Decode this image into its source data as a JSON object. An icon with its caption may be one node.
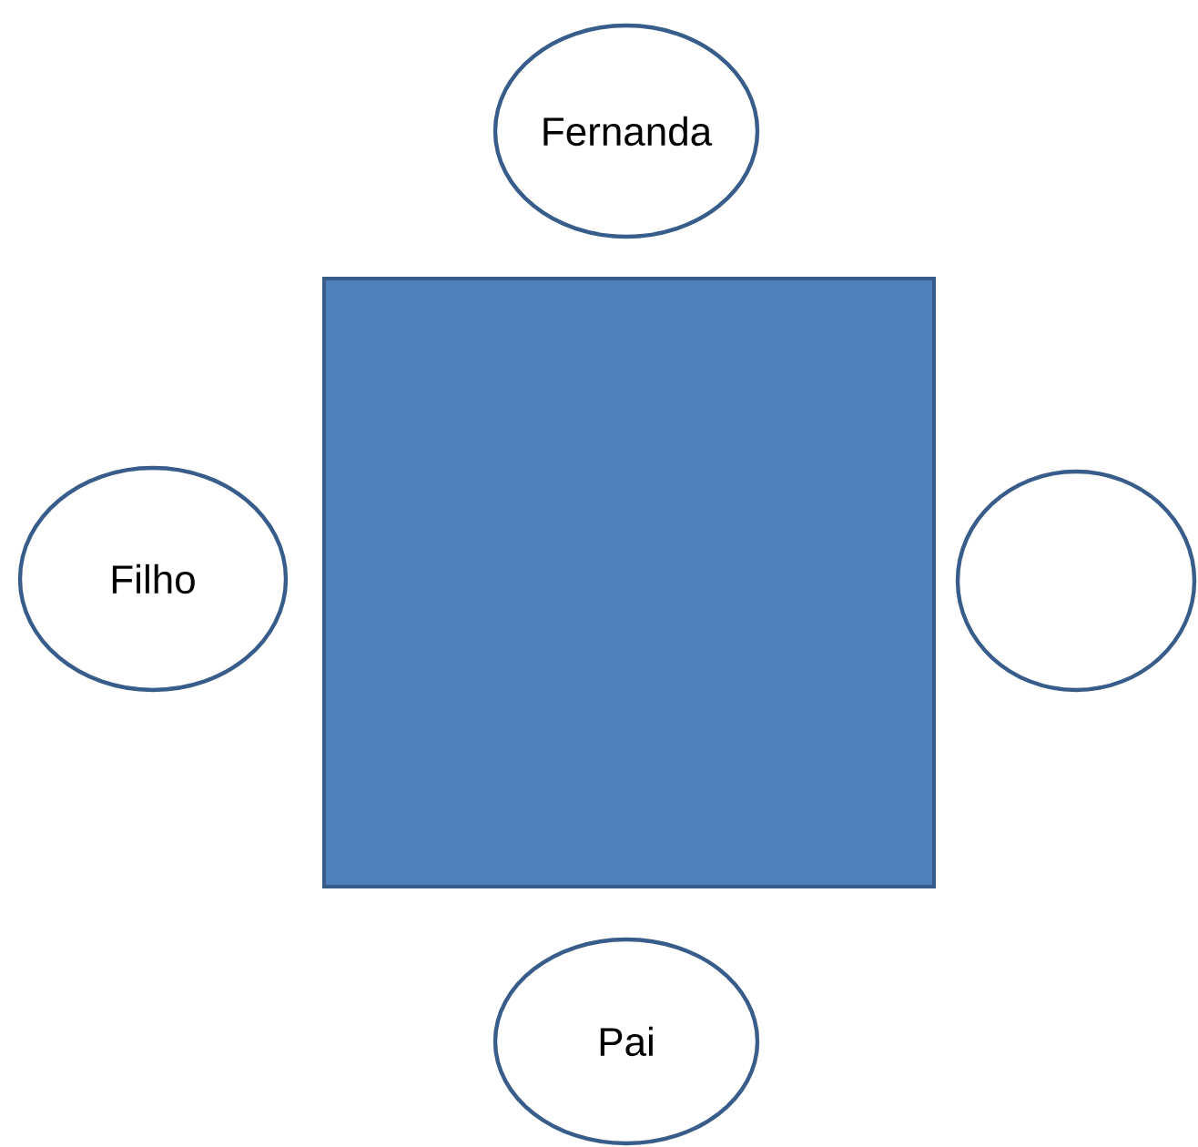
{
  "diagram": {
    "nodes": [
      {
        "text": [
          "Fernanda"
        ]
      },
      {
        "text": [],
        "shape": "box"
      },
      {
        "text": [
          "Filho"
        ]
      },
      {
        "text": [],
        "shape": "circle"
      },
      {
        "text": [
          "Pai"
        ]
      }
    ]
  }
}
